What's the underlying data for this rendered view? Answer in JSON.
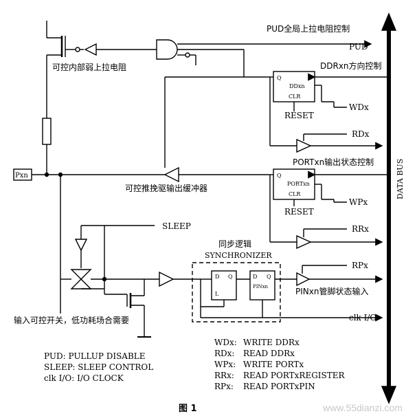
{
  "labels": {
    "pud_control": "PUD全局上拉电阻控制",
    "pud": "PUD",
    "pullup_resistor": "可控内部弱上拉电阻",
    "ddr_direction": "DDRxn方向控制",
    "ddr_block": "DDxn",
    "reset1": "RESET",
    "wdx": "WDx",
    "rdx": "RDx",
    "data_bus": "DATA BUS",
    "port_output": "PORTxn输出状态控制",
    "port_block": "PORTxn",
    "reset2": "RESET",
    "wpx": "WPx",
    "pin": "Pxn",
    "output_buffer": "可控推挽驱输出缓冲器",
    "rrx": "RRx",
    "sleep": "SLEEP",
    "sync_cn": "同步逻辑",
    "sync_en": "SYNCHRONIZER",
    "rpx": "RPx",
    "pin_block": "PINxn",
    "pin_input": "PINxn管脚状态输入",
    "input_switch": "输入可控开关，低功耗场合需要",
    "clk": "clk I/O",
    "figure": "图 1",
    "watermark": "www.55dianzi.com",
    "q": "Q",
    "d": "D",
    "clr": "CLR",
    "l": "L"
  },
  "legend_left": [
    "PUD:  PULLUP DISABLE",
    "SLEEP:  SLEEP CONTROL",
    "clk I/O:  I/O CLOCK"
  ],
  "legend_right": [
    {
      "key": "WDx:",
      "value": "WRITE DDRx"
    },
    {
      "key": "RDx:",
      "value": "READ DDRx"
    },
    {
      "key": "WPx:",
      "value": "WRITE PORTx"
    },
    {
      "key": "RRx:",
      "value": "READ PORTxREGISTER"
    },
    {
      "key": "RPx:",
      "value": "READ PORTxPIN"
    }
  ]
}
